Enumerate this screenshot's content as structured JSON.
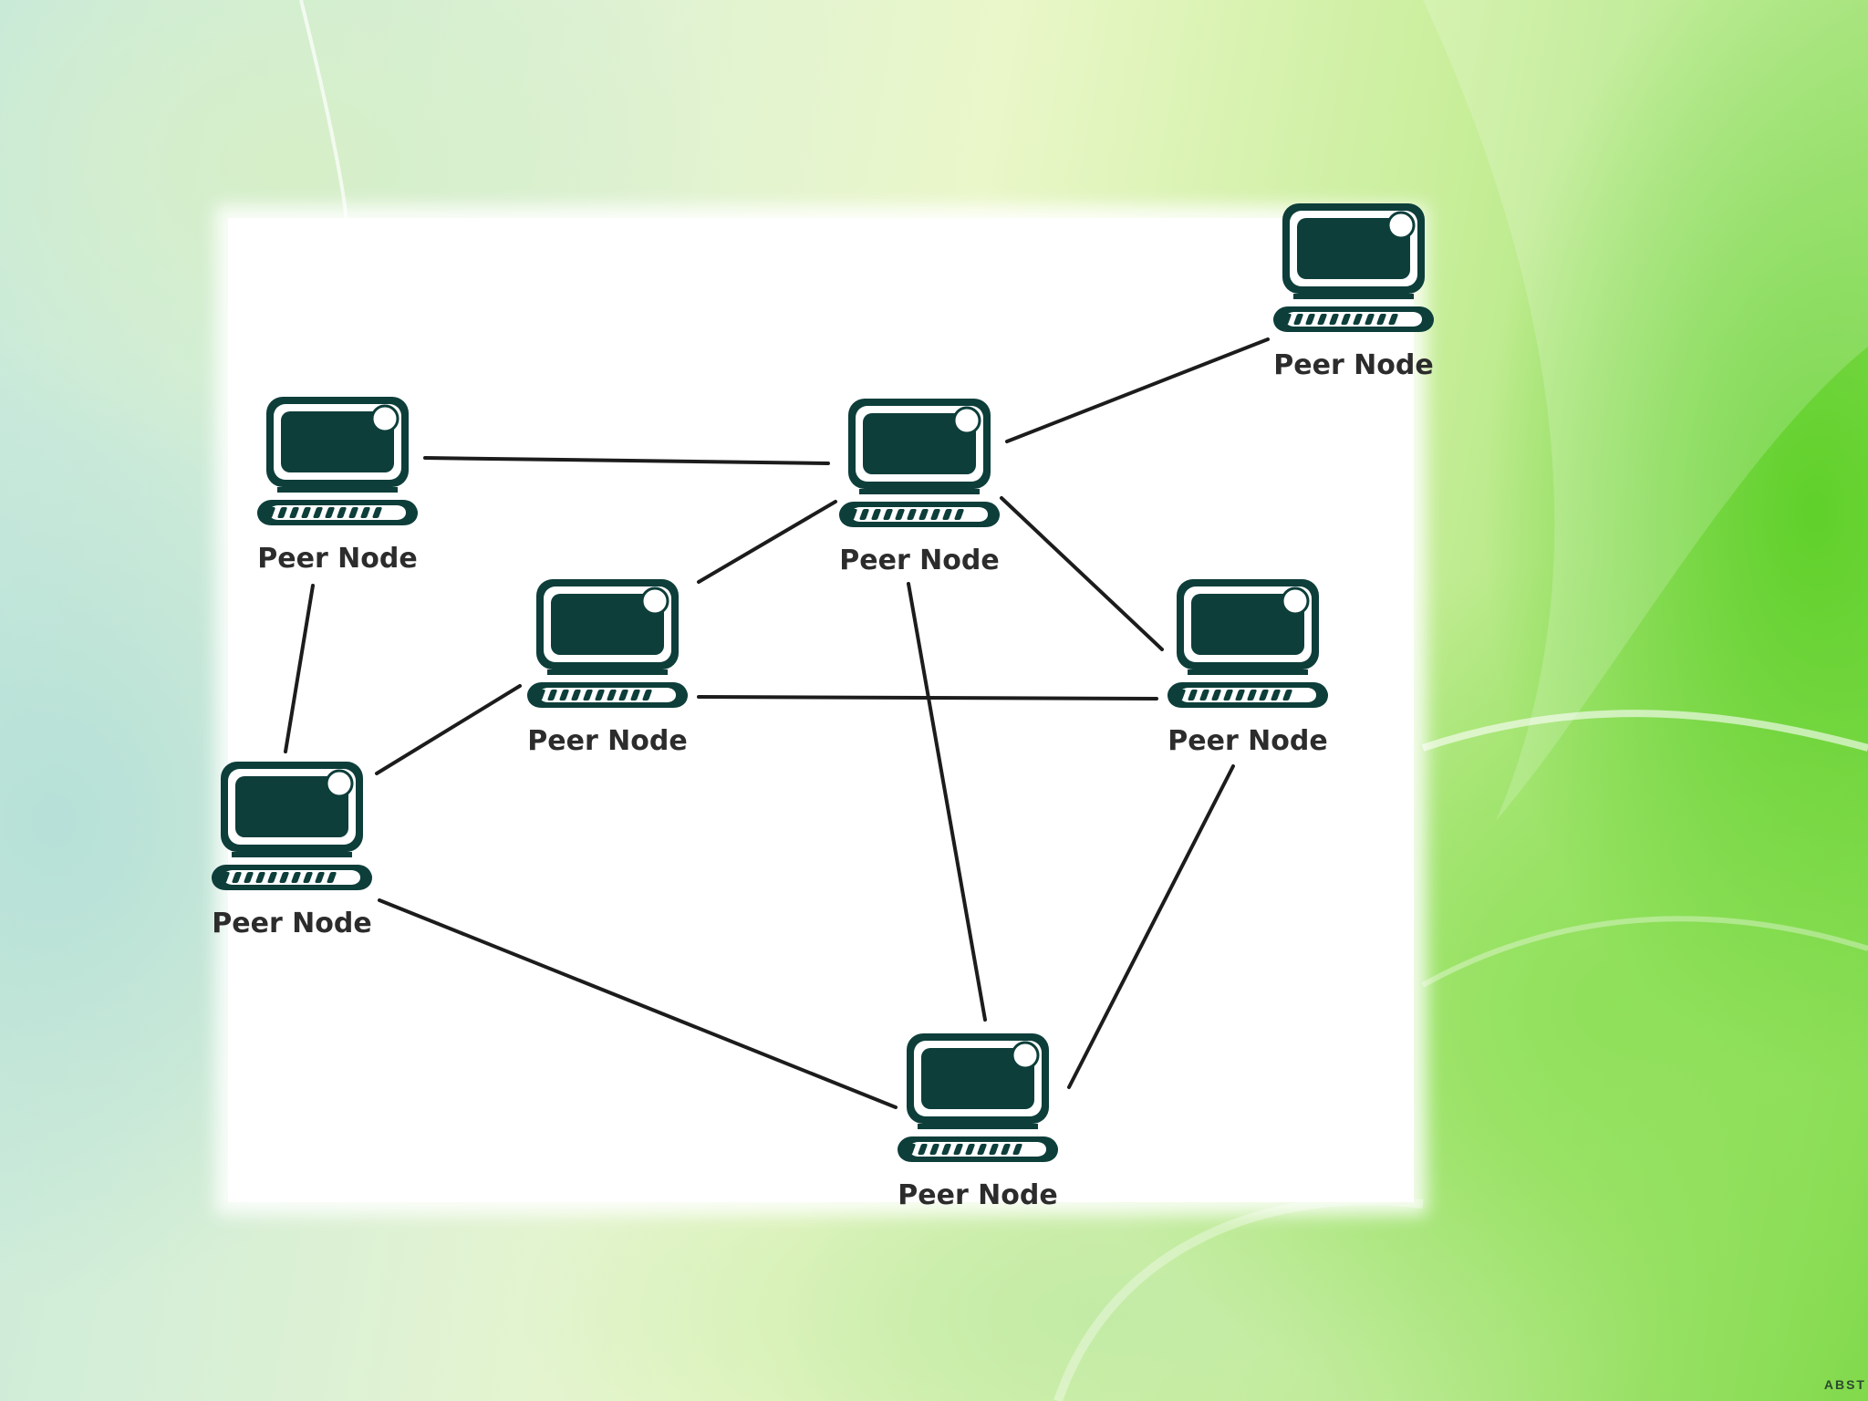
{
  "diagram": {
    "node_label": "Peer Node",
    "nodes": [
      {
        "id": "n1",
        "label": "Peer Node"
      },
      {
        "id": "n2",
        "label": "Peer Node"
      },
      {
        "id": "n3",
        "label": "Peer Node"
      },
      {
        "id": "n4",
        "label": "Peer Node"
      },
      {
        "id": "n5",
        "label": "Peer Node"
      },
      {
        "id": "n6",
        "label": "Peer Node"
      },
      {
        "id": "n7",
        "label": "Peer Node"
      }
    ],
    "edges": [
      [
        "n1",
        "n2"
      ],
      [
        "n2",
        "n7"
      ],
      [
        "n2",
        "n3"
      ],
      [
        "n2",
        "n4"
      ],
      [
        "n2",
        "n6"
      ],
      [
        "n1",
        "n5"
      ],
      [
        "n3",
        "n5"
      ],
      [
        "n3",
        "n4"
      ],
      [
        "n5",
        "n6"
      ],
      [
        "n4",
        "n6"
      ]
    ],
    "colors": {
      "computer": "#0d3e3a",
      "edge": "#1c1c1c",
      "label": "#2c2c2c"
    },
    "icon": "desktop-computer-icon"
  },
  "footer": {
    "brand": "ABST"
  }
}
